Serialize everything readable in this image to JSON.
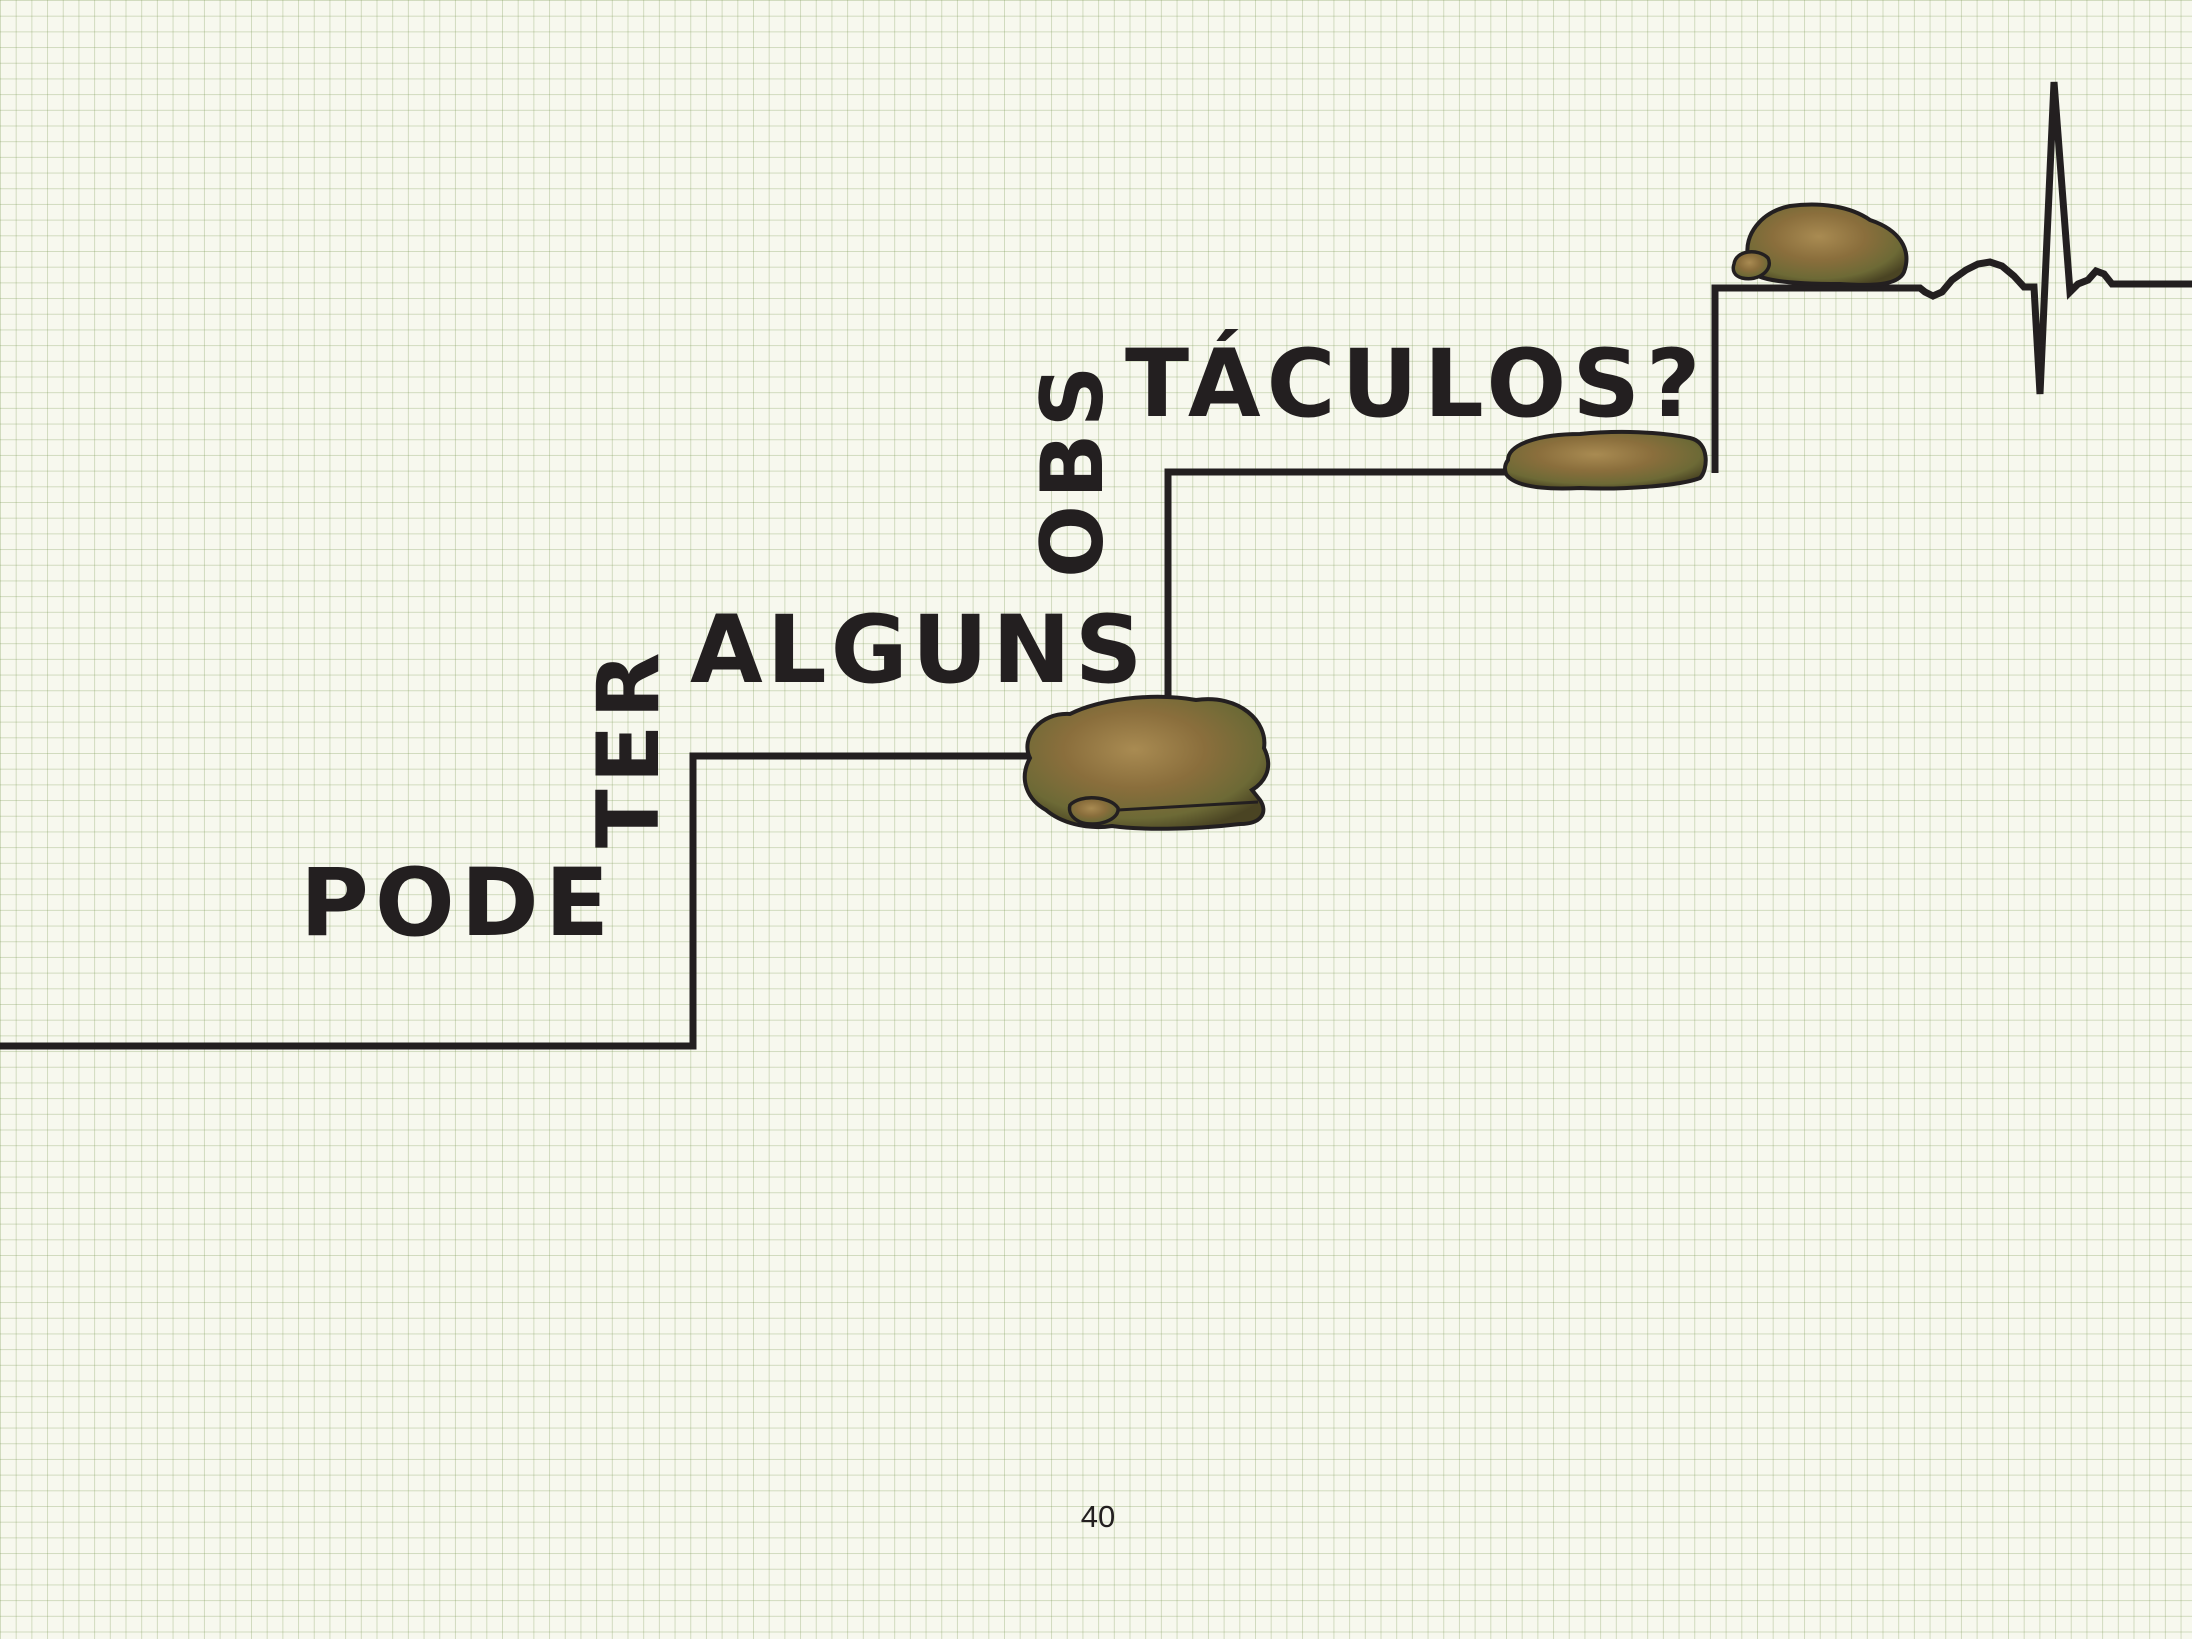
{
  "words": {
    "w1": "PODE",
    "w2": "TER",
    "w3": "ALGUNS",
    "w4": "OBS",
    "w5": "TÁCULOS?"
  },
  "page_number": "40",
  "colors": {
    "ink": "#231f20",
    "paper": "#f7f8ee",
    "grid": "#9db87a",
    "rock": "#7a6535"
  }
}
